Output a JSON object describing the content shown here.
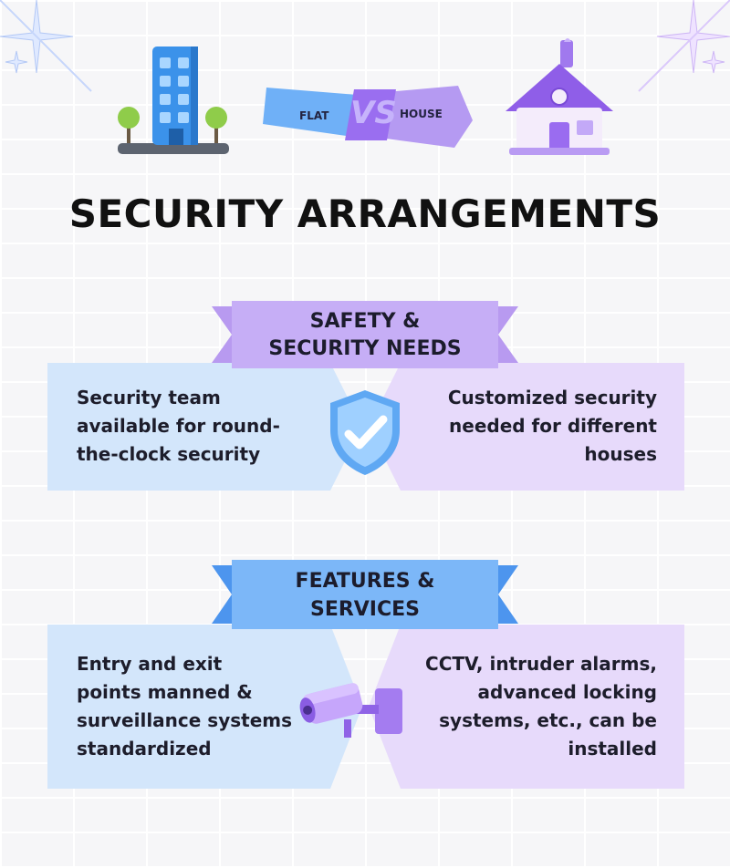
{
  "header": {
    "left_label": "FLAT",
    "vs_label": "VS",
    "right_label": "HOUSE"
  },
  "title": "SECURITY ARRANGEMENTS",
  "sections": [
    {
      "heading_line1": "SAFETY &",
      "heading_line2": "SECURITY NEEDS",
      "left_lines": [
        "Security team",
        "available for round-",
        "the-clock security"
      ],
      "right_lines": [
        "Customized security",
        "needed for different",
        "houses"
      ],
      "icon": "shield-check-icon"
    },
    {
      "heading_line1": "FEATURES &",
      "heading_line2": "SERVICES",
      "left_lines": [
        "Entry and exit",
        "points manned &",
        "surveillance systems",
        "standardized"
      ],
      "right_lines": [
        "CCTV, intruder alarms,",
        "advanced locking",
        "systems, etc., can be",
        "installed"
      ],
      "icon": "security-camera-icon"
    }
  ],
  "colors": {
    "blue_panel": "#d3e6fb",
    "purple_panel": "#e7dafb",
    "purple_banner": "#b89af0",
    "blue_banner": "#6aaaf5"
  }
}
